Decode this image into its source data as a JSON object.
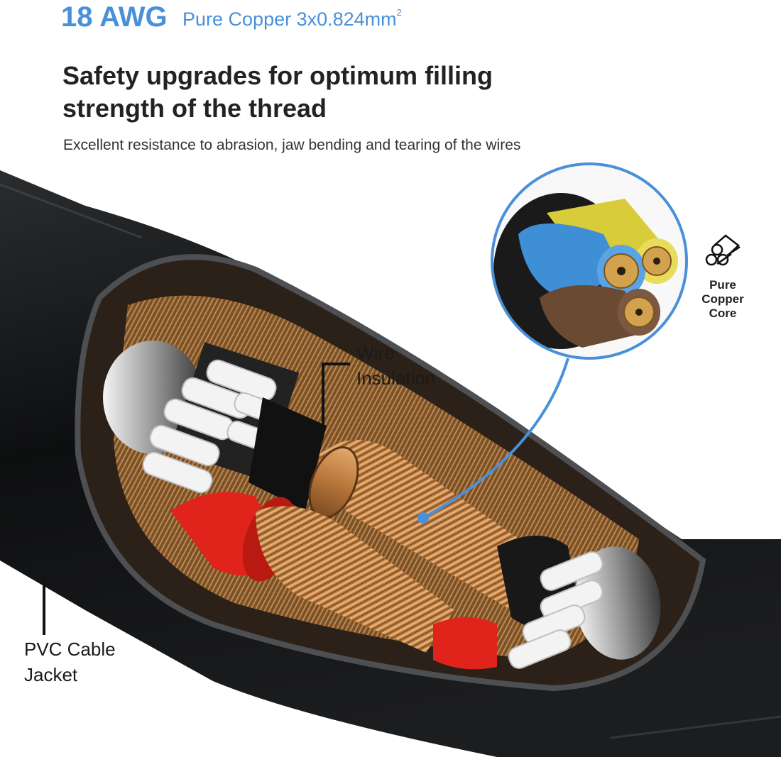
{
  "header": {
    "awg": "18 AWG",
    "spec_text": "Pure Copper 3x0.824mm",
    "spec_sup": "2"
  },
  "headline": {
    "line1": "Safety upgrades for optimum filling",
    "line2": "strength of the thread"
  },
  "subline": "Excellent resistance to abrasion, jaw bending and tearing of the wires",
  "labels": {
    "wire_insulation_1": "Wire",
    "wire_insulation_2": "Insulation",
    "pvc_1": "PVC Cable",
    "pvc_2": "Jacket",
    "core_1": "Pure",
    "core_2": "Copper",
    "core_3": "Core"
  },
  "icons": {
    "copper_core": "copper-cores-icon"
  },
  "colors": {
    "accent_blue": "#4a90d9",
    "jacket_black": "#141516",
    "copper": "#b8763a",
    "insulation_red": "#e0241b",
    "wire_blue": "#3f8fd6",
    "wire_yellow": "#d8cc3a",
    "wire_brown": "#6b4a33"
  }
}
